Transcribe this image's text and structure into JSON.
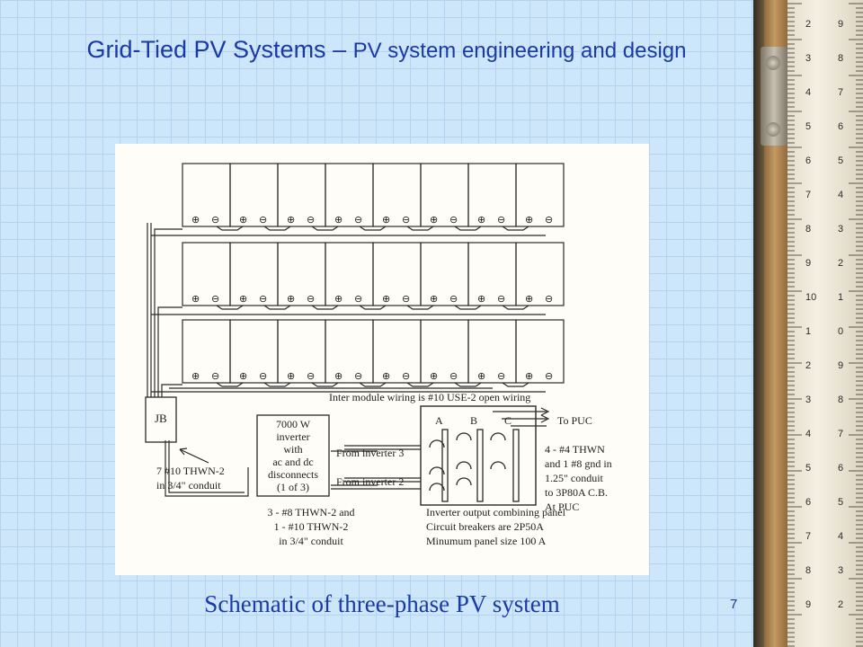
{
  "slide": {
    "title_main": "Grid-Tied PV Systems",
    "title_dash": " – ",
    "title_sub": "PV system engineering and design",
    "caption": "Schematic of three-phase PV system",
    "page_number": "7"
  },
  "diagram": {
    "module_rows": 3,
    "modules_per_row": 8,
    "terminal_plus": "⊕",
    "terminal_minus": "⊖",
    "inter_module_note": "Inter module wiring is #10 USE-2 open wiring",
    "junction_box": "JB",
    "jb_conduit": [
      "7 #10 THWN-2",
      "in 3/4\" conduit"
    ],
    "inverter_box": [
      "7000 W",
      "inverter",
      "with",
      "ac and dc",
      "disconnects",
      "(1 of 3)"
    ],
    "from_inverter_3": "From inverter 3",
    "from_inverter_2": "From inverter 2",
    "bus_labels": [
      "A",
      "B",
      "C"
    ],
    "to_puc": "To PUC",
    "puc_conduit": [
      "4 - #4 THWN",
      "and 1 #8 gnd in",
      "1.25\" conduit",
      "to 3P80A C.B.",
      "At PUC"
    ],
    "inverter_conduit": [
      "3 - #8 THWN-2 and",
      "1 - #10 THWN-2",
      "in 3/4\" conduit"
    ],
    "panel_notes": [
      "Inverter output combining panel",
      "Circuit breakers are 2P50A",
      "Minumum panel size 100 A"
    ]
  },
  "ruler": {
    "markings_left": [
      "2",
      "3",
      "4",
      "5",
      "6",
      "7",
      "8",
      "9",
      "10",
      "1",
      "2",
      "3",
      "4",
      "5",
      "6",
      "7",
      "8",
      "9"
    ],
    "markings_right": [
      "9",
      "8",
      "7",
      "6",
      "5",
      "4",
      "3",
      "2",
      "1",
      "0",
      "9",
      "8",
      "7",
      "6",
      "5",
      "4",
      "3",
      "2"
    ]
  },
  "colors": {
    "background": "#cde6f9",
    "grid": "#b3d3ee",
    "title": "#1a3aa8",
    "caption": "#1a3aa8"
  }
}
